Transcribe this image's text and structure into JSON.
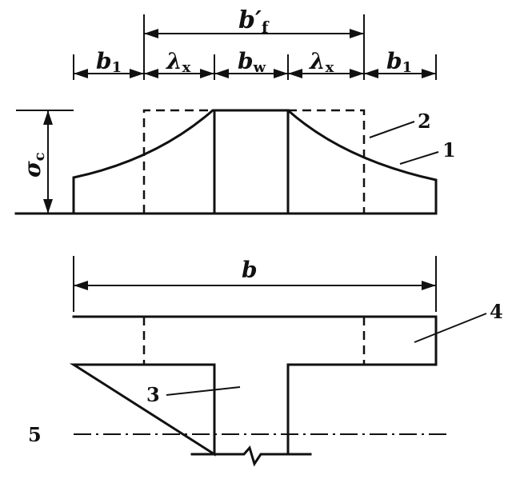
{
  "dimensions": {
    "bf": "b′",
    "bf_sub": "f",
    "b1": "b",
    "b1_sub": "1",
    "lambda": "λ",
    "lambda_sub": "x",
    "bw": "b",
    "bw_sub": "w",
    "b": "b"
  },
  "stress": {
    "symbol": "σ",
    "sub": "c"
  },
  "callouts": [
    "1",
    "2",
    "3",
    "4",
    "5"
  ]
}
